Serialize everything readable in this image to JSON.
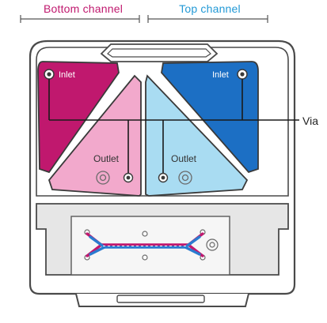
{
  "labels": {
    "bottom_channel": "Bottom channel",
    "top_channel": "Top channel",
    "inlet_left": "Inlet",
    "inlet_right": "Inlet",
    "outlet_left": "Outlet",
    "outlet_right": "Outlet",
    "via": "Via"
  },
  "colors": {
    "bottom_inlet": "#c0186e",
    "bottom_outlet": "#f2a9cc",
    "top_inlet": "#1c6fc4",
    "top_outlet": "#a9dcf2",
    "bottom_label": "#c0186e",
    "top_label": "#2299d6",
    "channel_bottom": "#c0186e",
    "channel_top": "#2a7bd0",
    "outline": "#4a4a4a"
  }
}
